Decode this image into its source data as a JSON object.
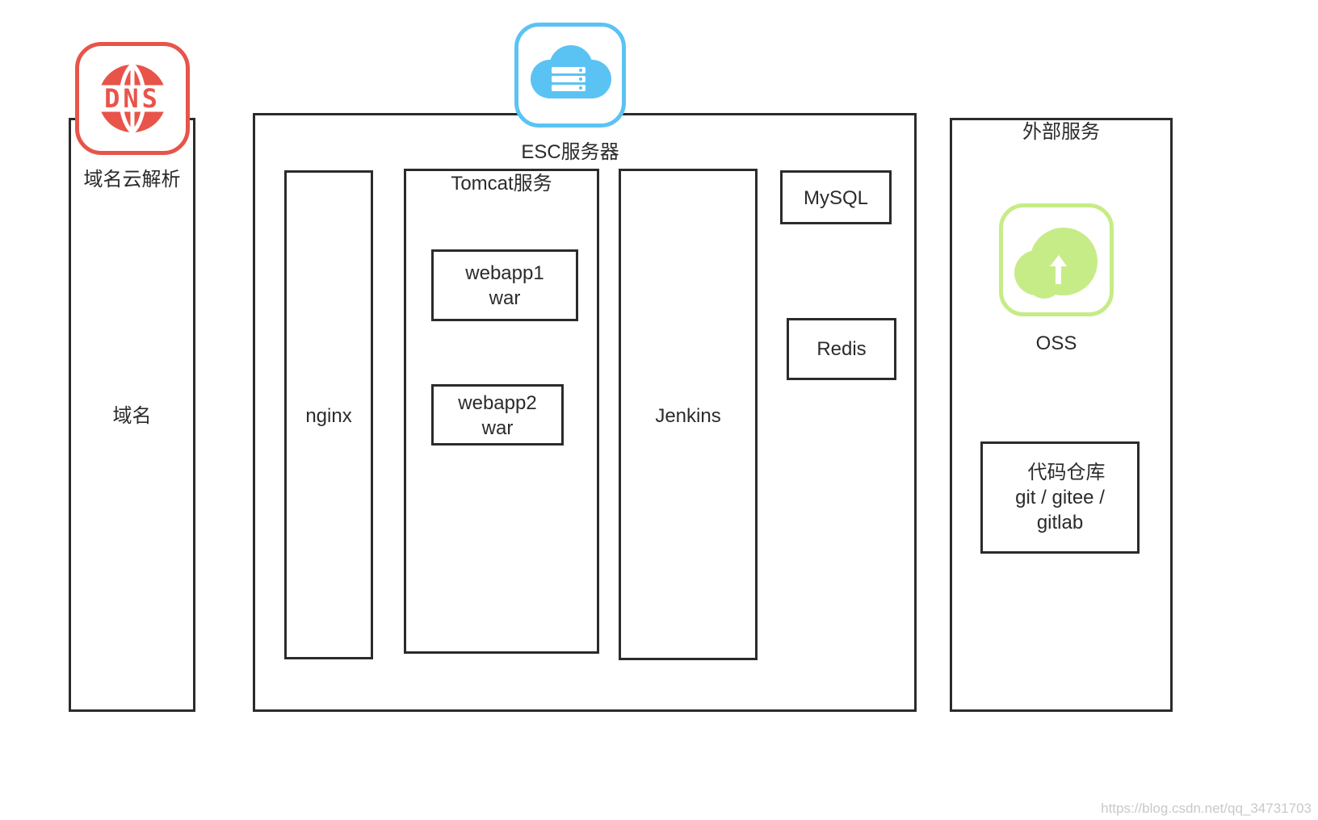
{
  "dns": {
    "icon": "dns-icon",
    "icon_text": "DNS",
    "title": "域名云解析",
    "content": "域名",
    "color": "#e8544a"
  },
  "esc": {
    "icon": "cloud-server-icon",
    "title": "ESC服务器",
    "color": "#5bc3f3",
    "nginx": "nginx",
    "tomcat": {
      "title": "Tomcat服务",
      "webapp1": [
        "webapp1",
        "war"
      ],
      "webapp2": [
        "webapp2",
        "war"
      ]
    },
    "jenkins": "Jenkins",
    "mysql": "MySQL",
    "redis": "Redis"
  },
  "external": {
    "title": "外部服务",
    "oss": {
      "icon": "oss-cloud-icon",
      "label": "OSS",
      "color": "#c6ec87"
    },
    "repo": [
      "代码仓库",
      "git / gitee /",
      "gitlab"
    ]
  },
  "watermark": "https://blog.csdn.net/qq_34731703"
}
